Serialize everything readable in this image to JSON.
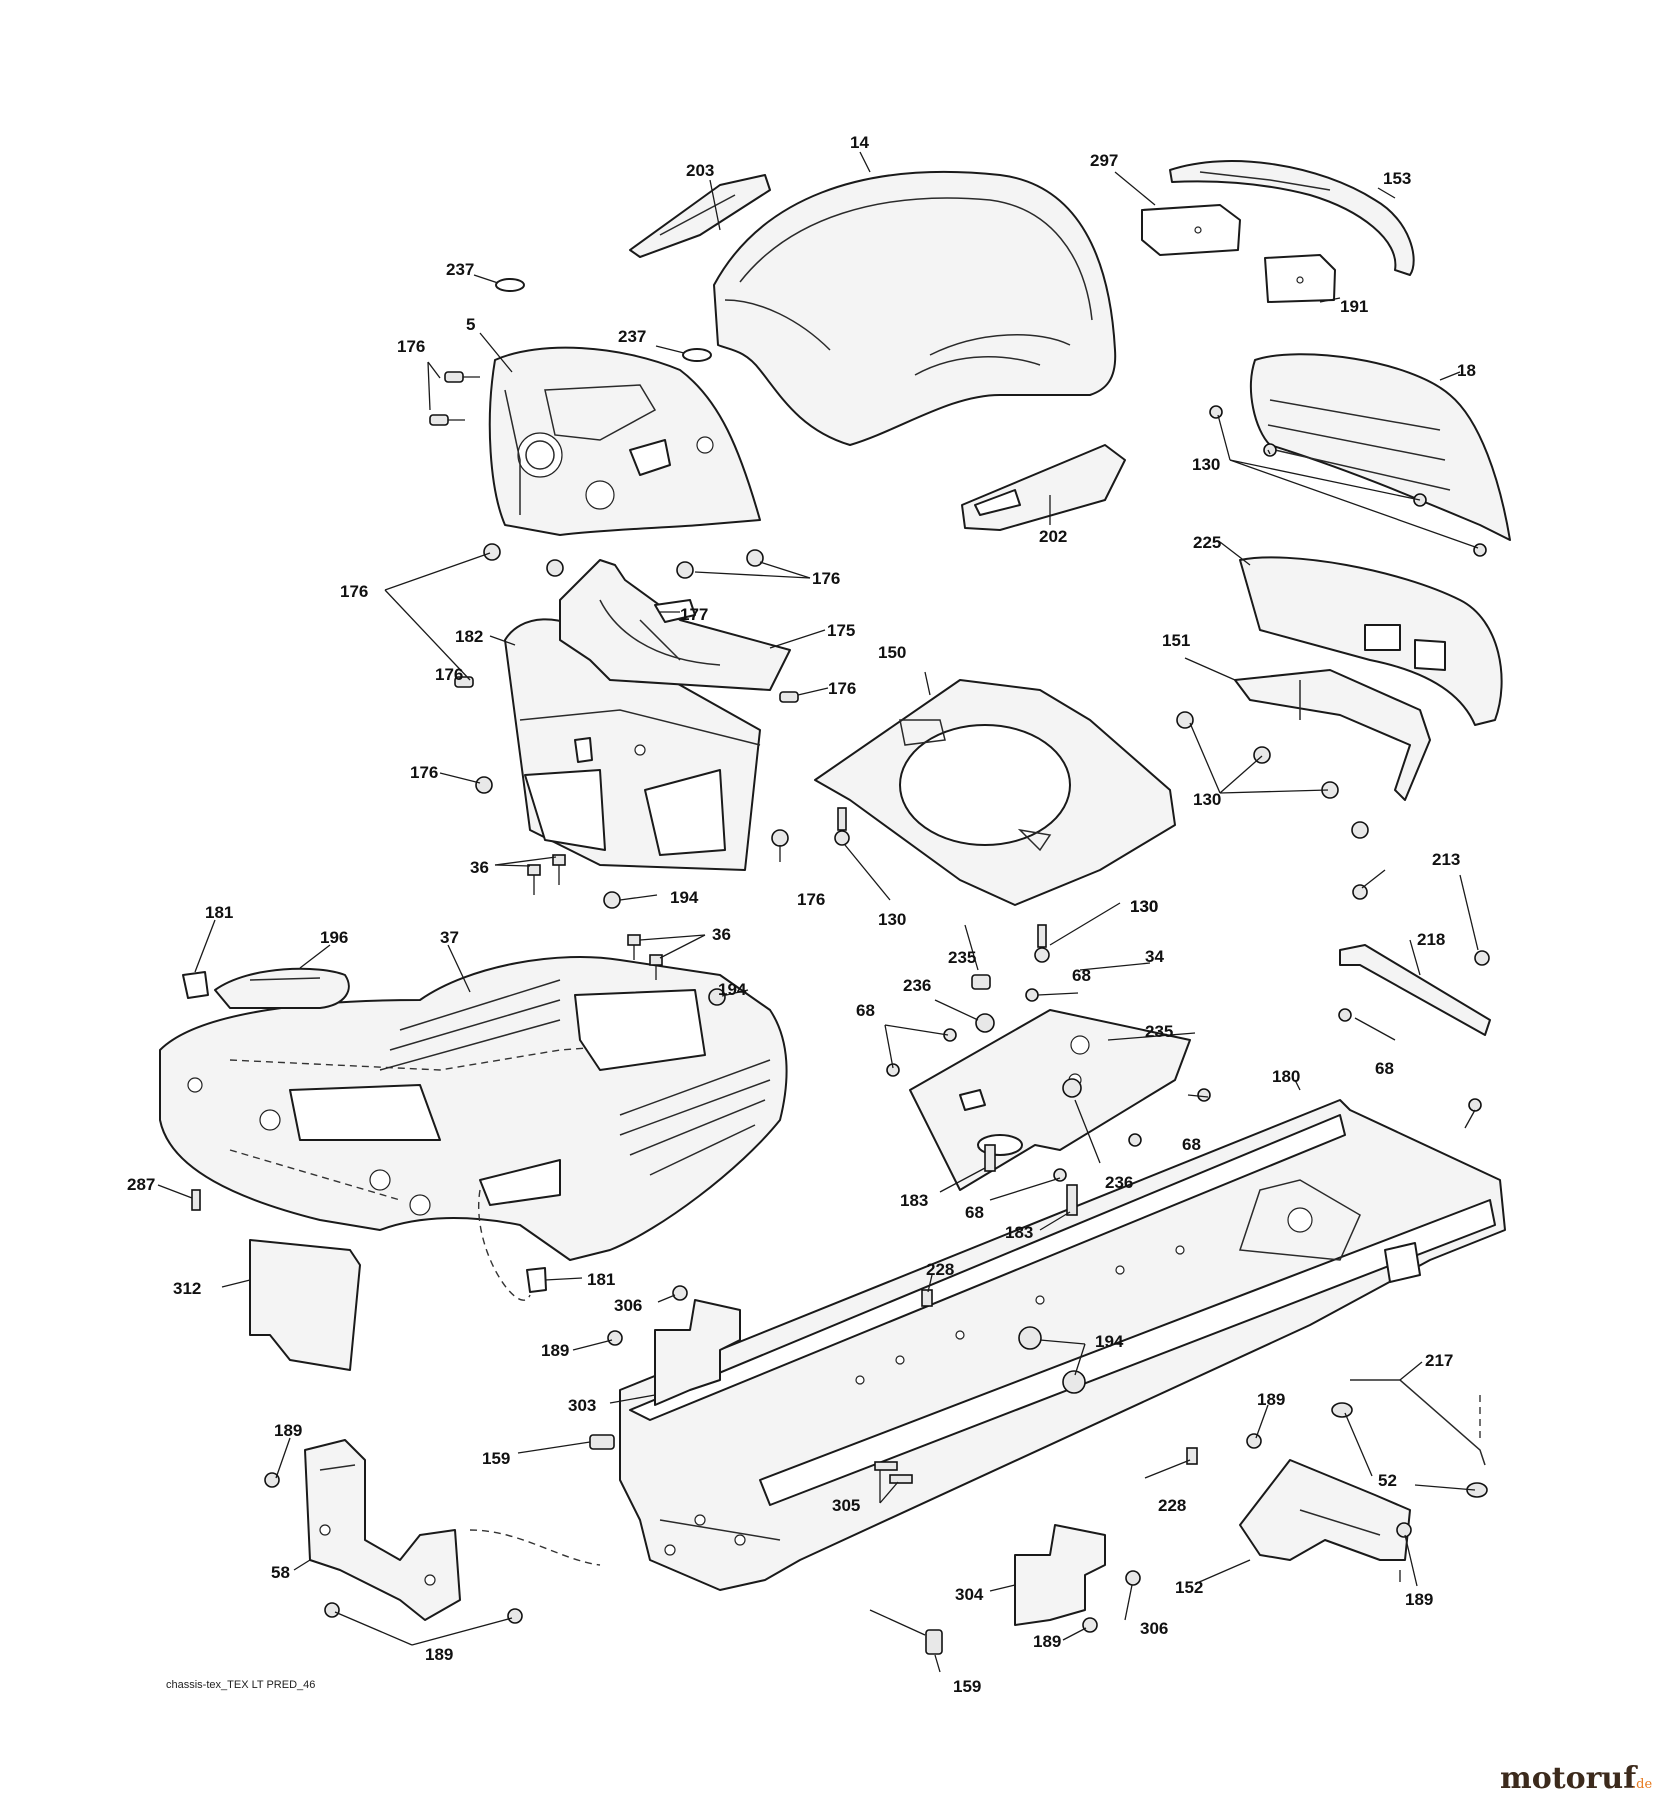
{
  "diagram": {
    "caption": "chassis-tex_TEX LT PRED_46",
    "brand": {
      "name": "motoruf",
      "suffix": ".de",
      "name_color": "#3c2a1c",
      "accent_color": "#e87a1e"
    },
    "callouts": [
      "14",
      "203",
      "297",
      "153",
      "237",
      "237",
      "191",
      "5",
      "176",
      "18",
      "130",
      "202",
      "225",
      "176",
      "176",
      "176",
      "177",
      "175",
      "182",
      "176",
      "176",
      "150",
      "151",
      "130",
      "176",
      "130",
      "130",
      "36",
      "194",
      "181",
      "196",
      "37",
      "36",
      "235",
      "130",
      "213",
      "218",
      "194",
      "236",
      "68",
      "34",
      "68",
      "235",
      "68",
      "68",
      "180",
      "287",
      "183",
      "68",
      "236",
      "183",
      "228",
      "181",
      "306",
      "312",
      "189",
      "194",
      "303",
      "217",
      "189",
      "52",
      "189",
      "159",
      "305",
      "228",
      "58",
      "189",
      "304",
      "306",
      "189",
      "152",
      "189",
      "159"
    ]
  }
}
